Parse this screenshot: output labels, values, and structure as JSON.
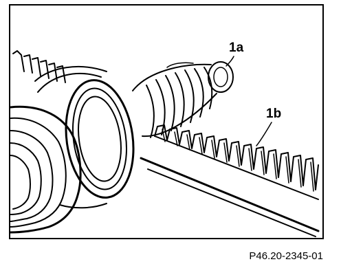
{
  "figure": {
    "callouts": [
      {
        "id": "1a",
        "label": "1a"
      },
      {
        "id": "1b",
        "label": "1b"
      }
    ],
    "reference_code": "P46.20-2345-01"
  },
  "colors": {
    "ink": "#000000",
    "paper": "#ffffff"
  }
}
